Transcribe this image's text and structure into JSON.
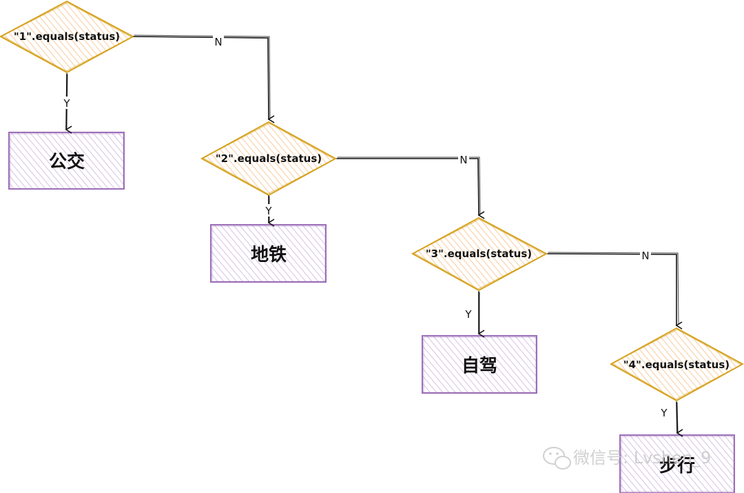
{
  "decisions": [
    {
      "condition": "\"1\".equals(status)",
      "yes": "公交",
      "no_label": "N",
      "yes_label": "Y"
    },
    {
      "condition": "\"2\".equals(status)",
      "yes": "地铁",
      "no_label": "N",
      "yes_label": "Y"
    },
    {
      "condition": "\"3\".equals(status)",
      "yes": "自驾",
      "no_label": "N",
      "yes_label": "Y"
    },
    {
      "condition": "\"4\".equals(status)",
      "yes": "步行",
      "yes_label": "Y"
    }
  ],
  "watermark": "微信号: Lvshen_9",
  "colors": {
    "diamond_stroke": "#d6a21e",
    "diamond_fill": "#fde5c9",
    "box_stroke": "#9c6fb8",
    "box_fill": "#e6d9f0",
    "line": "#111111"
  }
}
